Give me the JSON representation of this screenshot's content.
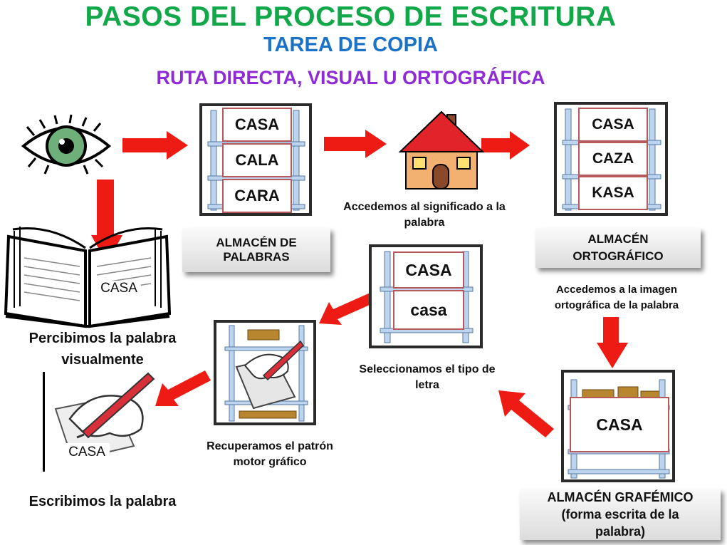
{
  "title": "PASOS DEL PROCESO DE ESCRITURA",
  "subtitle": "TAREA DE COPIA",
  "route": "RUTA DIRECTA, VISUAL U ORTOGRÁFICA",
  "colors": {
    "green_title": "#12a84a",
    "blue_title": "#1a73c9",
    "purple_title": "#8e2bd6",
    "arrow_red": "#ee1b14",
    "word_border": "#b8585a",
    "shelf_blue": "#bcd4ee"
  },
  "lexicon_store": {
    "words": [
      "CASA",
      "CALA",
      "CARA"
    ],
    "label": "ALMACÉN DE PALABRAS"
  },
  "meaning": {
    "caption": "Accedemos al significado a la palabra",
    "icon": "house-icon"
  },
  "ortho_store": {
    "words": [
      "CASA",
      "CAZA",
      "KASA"
    ],
    "label": "ALMACÉN ORTOGRÁFICO",
    "caption": "Accedemos a la imagen ortográfica de la palabra"
  },
  "grapheme_store": {
    "word": "CASA",
    "label": "ALMACÉN GRAFÉMICO (forma escrita de la palabra)"
  },
  "letter_type": {
    "words": [
      "CASA",
      "casa"
    ],
    "caption": "Seleccionamos el tipo de letra"
  },
  "motor": {
    "caption": "Recuperamos el patrón motor gráfico"
  },
  "perceive": {
    "word": "CASA",
    "caption": "Percibimos la palabra visualmente",
    "icon": "eye-icon"
  },
  "write": {
    "word": "CASA",
    "caption": "Escribimos la palabra"
  }
}
